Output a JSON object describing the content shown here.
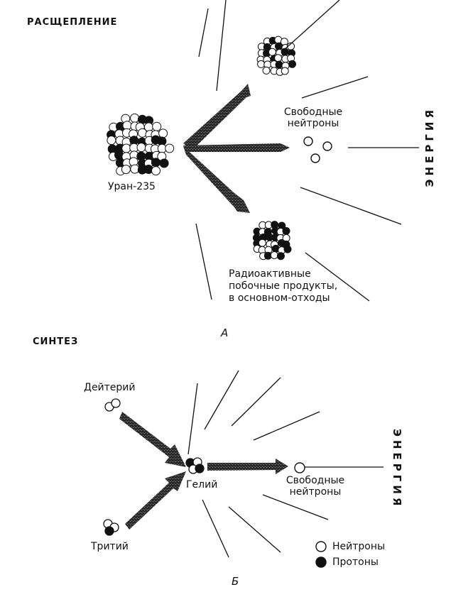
{
  "fission": {
    "heading": "РАСЩЕПЛЕНИЕ",
    "uranium_label": "Уран-235",
    "free_neutrons_line1": "Свободные",
    "free_neutrons_line2": "нейтроны",
    "energy_label": "ЭНЕРГИЯ",
    "byproducts_line1": "Радиоактивные",
    "byproducts_line2": "побочные продукты,",
    "byproducts_line3": "в основном-отходы",
    "panel_letter": "А"
  },
  "fusion": {
    "heading": "СИНТЕЗ",
    "deuterium_label": "Дейтерий",
    "tritium_label": "Тритий",
    "helium_label": "Гелий",
    "free_neutrons_line1": "Свободные",
    "free_neutrons_line2": "нейтроны",
    "energy_label": "ЭНЕРГИЯ",
    "panel_letter": "Б"
  },
  "legend": {
    "neutrons": "Нейтроны",
    "protons": "Протоны"
  },
  "colors": {
    "ink": "#111111",
    "paper": "#ffffff"
  }
}
